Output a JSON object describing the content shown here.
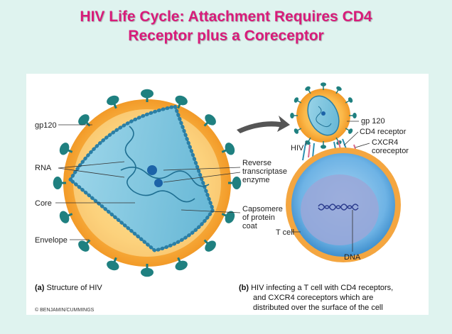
{
  "title": {
    "line1": "HIV Life Cycle: Attachment Requires CD4",
    "line2": "Receptor plus a Coreceptor"
  },
  "colors": {
    "title": "#d81b7a",
    "background": "#dff3ef",
    "envelope": "#f7a83a",
    "capsid": "#7cc6e0",
    "spike": "#1f7a7a",
    "cell": "#5aa4dc"
  },
  "left_panel": {
    "labels": {
      "gp120": "gp120",
      "rna": "RNA",
      "core": "Core",
      "envelope": "Envelope",
      "rt_1": "Reverse",
      "rt_2": "transcriptase",
      "rt_3": "enzyme",
      "caps_1": "Capsomere",
      "caps_2": "of protein",
      "caps_3": "coat"
    },
    "caption_letter": "(a)",
    "caption": "Structure of HIV"
  },
  "right_panel": {
    "labels": {
      "gp120": "gp 120",
      "cd4": "CD4 receptor",
      "cxcr4_1": "CXCR4",
      "cxcr4_2": "coreceptor",
      "hiv": "HIV",
      "tcell": "T cell",
      "dna": "DNA"
    },
    "caption_letter": "(b)",
    "caption_1": "HIV infecting a T cell with CD4 receptors,",
    "caption_2": "and CXCR4 coreceptors which are",
    "caption_3": "distributed over the surface of the cell"
  },
  "copyright": "© BENJAMIN/CUMMINGS"
}
